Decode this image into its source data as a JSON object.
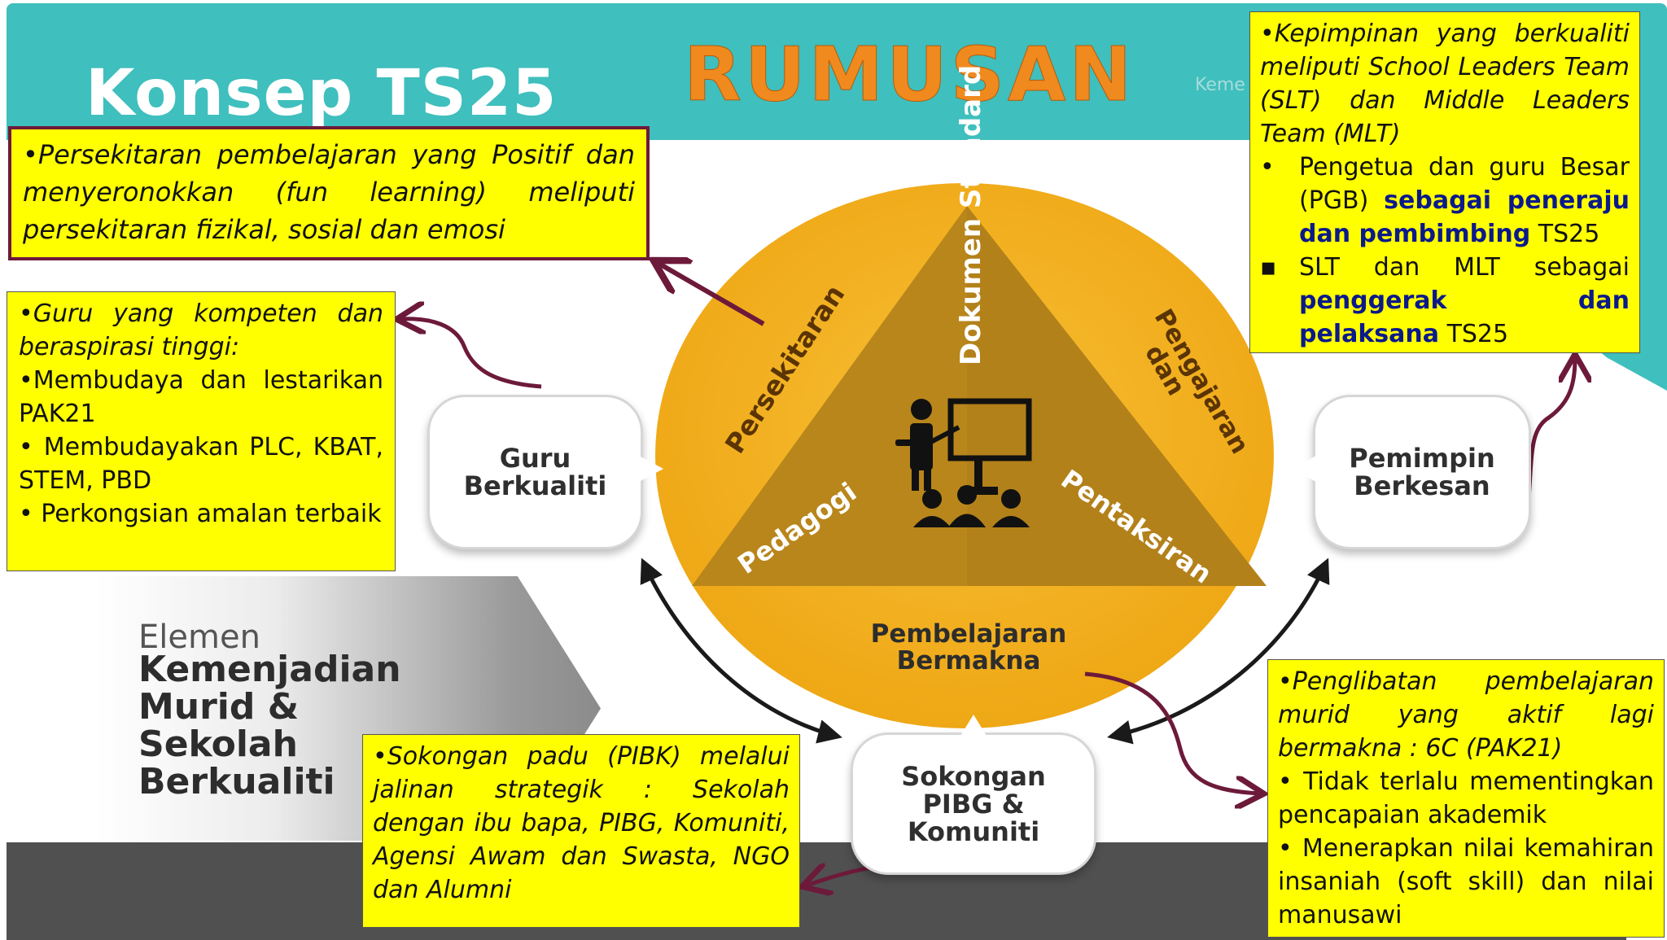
{
  "header": {
    "page_title": "Konsep TS25",
    "main_title": "RUMUSAN",
    "faded_text": "Keme"
  },
  "element_banner": {
    "label": "Elemen",
    "title": "Kemenjadian Murid & Sekolah Berkualiti"
  },
  "circle": {
    "triangle_top": "Dokumen Standard",
    "triangle_left": "Pedagogi",
    "triangle_right": "Pentaksiran",
    "side_left": "Persekitaran",
    "side_right": "Pengajaran dan",
    "bottom": "Pembelajaran Bermakna"
  },
  "bubbles": {
    "guru": "Guru Berkualiti",
    "pemimpin": "Pemimpin Berkesan",
    "sokongan": "Sokongan PIBG & Komuniti"
  },
  "notes": {
    "top_left": "•Persekitaran pembelajaran  yang Positif dan menyeronokkan  (fun  learning)  meliputi persekitaran fizikal, sosial dan emosi",
    "mid_left": {
      "intro": "•Guru yang  kompeten dan beraspirasi tinggi:",
      "items": [
        "•Membudaya dan lestarikan PAK21",
        "• Membudayakan PLC, KBAT, STEM, PBD",
        "• Perkongsian amalan terbaik"
      ]
    },
    "top_right": {
      "intro": "•Kepimpinan yang  berkualiti meliputi  School  Leaders Team  (SLT)  dan  Middle Leaders Team (MLT)",
      "item1_marker": "•",
      "item1_pre": "Pengetua dan guru Besar (PGB)",
      "item1_bold": "sebagai peneraju dan pembimbing",
      "item1_post": "TS25",
      "item2_marker": "▪",
      "item2_pre": "SLT  dan  MLT  sebagai",
      "item2_bold": "penggerak dan pelaksana",
      "item2_post": "TS25"
    },
    "bottom_right": {
      "intro": "•Penglibatan  pembelajaran murid yang  aktif lagi bermakna : 6C (PAK21)",
      "items": [
        "• Tidak terlalu mementingkan pencapaian akademik",
        "• Menerapkan nilai kemahiran insaniah (soft skill) dan nilai manusawi"
      ]
    },
    "bottom_center": "•Sokongan padu (PIBK)  melalui jalinan strategik : Sekolah dengan ibu bapa, PIBG, Komuniti, Agensi Awam dan Swasta, NGO dan Alumni"
  },
  "icons": {
    "teacher": "teacher-class-icon"
  },
  "colors": {
    "banner": "#3fbfbd",
    "title_orange": "#f08a1e",
    "circle": "#f5b324",
    "triangle": "#b8861b",
    "note_yellow": "#ffff00",
    "arrow_maroon": "#6d1a3a",
    "emphasis_navy": "#0b1a8a"
  }
}
